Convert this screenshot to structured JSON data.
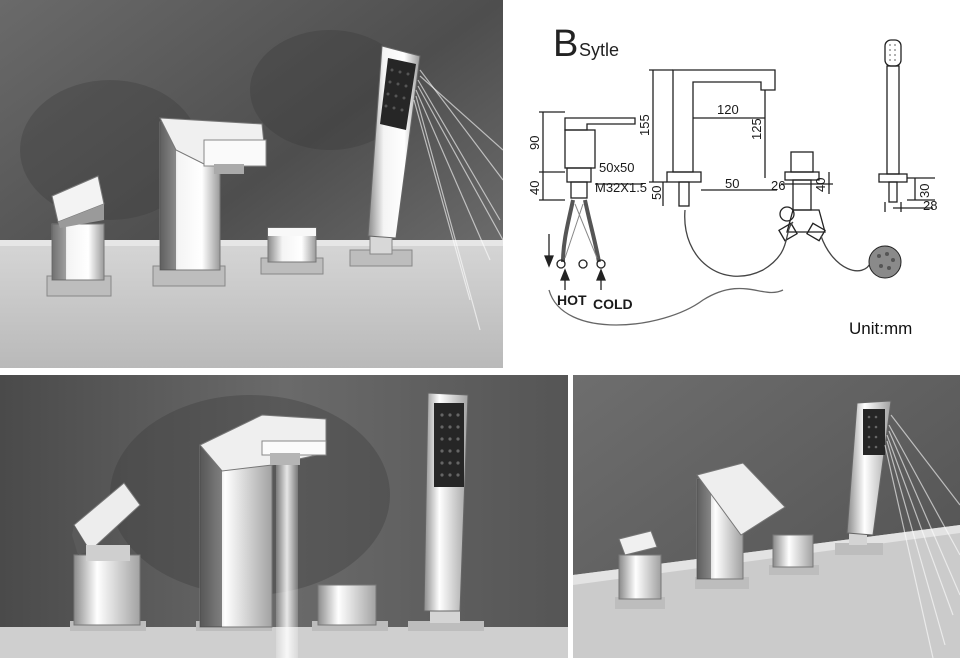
{
  "diagram": {
    "style_letter": "B",
    "style_word": "Sytle",
    "unit_label": "Unit:mm",
    "hot_label": "HOT",
    "cold_label": "COLD",
    "dims": {
      "mixer_height": "90",
      "mixer_base": "40",
      "mixer_square": "50x50",
      "thread": "M32X1.5",
      "spout_height": "155",
      "spout_reach": "120",
      "spout_drop": "125",
      "spout_base": "50",
      "spout_width": "50",
      "diverter_width": "26",
      "diverter_base": "40",
      "shower_base_h": "30",
      "shower_base_w": "28"
    }
  },
  "colors": {
    "wall": "#5b5b5b",
    "ledge": "#c9c9c9",
    "chrome": "#e9e9e9",
    "line": "#222222"
  },
  "photos": [
    {
      "name": "top-left-photo"
    },
    {
      "name": "bottom-left-photo"
    },
    {
      "name": "bottom-right-photo"
    }
  ]
}
